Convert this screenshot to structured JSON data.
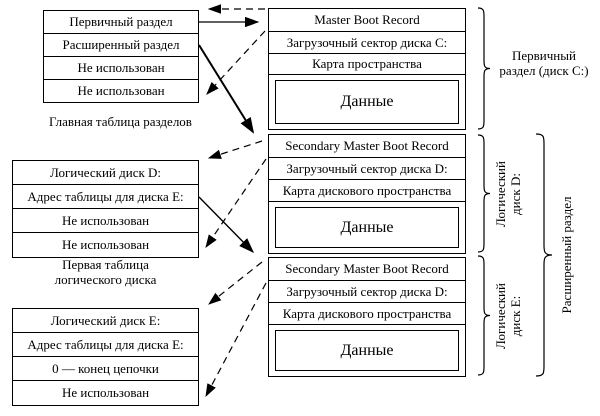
{
  "tables": [
    {
      "rows": [
        "Первичный раздел",
        "Расширенный раздел",
        "Не использован",
        "Не использован"
      ],
      "caption_lines": [
        "Главная таблица разделов"
      ]
    },
    {
      "rows": [
        "Логический диск D:",
        "Адрес таблицы для диска E:",
        "Не использован",
        "Не использован"
      ],
      "caption_lines": [
        "Первая таблица",
        "логического диска"
      ]
    },
    {
      "rows": [
        "Логический диск E:",
        "Адрес таблицы для диска E:",
        "0 — конец цепочки",
        "Не использован"
      ],
      "caption_lines": []
    }
  ],
  "blocks": [
    {
      "rows": [
        "Master Boot Record",
        "Загрузочный сектор диска C:",
        "Карта пространства"
      ],
      "data_label": "Данные"
    },
    {
      "rows": [
        "Secondary Master Boot Record",
        "Загрузочный сектор диска D:",
        "Карта дискового пространства"
      ],
      "data_label": "Данные"
    },
    {
      "rows": [
        "Secondary Master Boot Record",
        "Загрузочный сектор диска D:",
        "Карта дискового пространства"
      ],
      "data_label": "Данные"
    }
  ],
  "labels": {
    "primary_line1": "Первичный",
    "primary_line2": "раздел (диск C:)",
    "logical_d_line1": "Логический",
    "logical_d_line2": "диск D:",
    "logical_e_line1": "Логический",
    "logical_e_line2": "диск E:",
    "extended": "Расширенный раздел"
  },
  "colors": {
    "ink": "#000000",
    "background": "#ffffff"
  }
}
